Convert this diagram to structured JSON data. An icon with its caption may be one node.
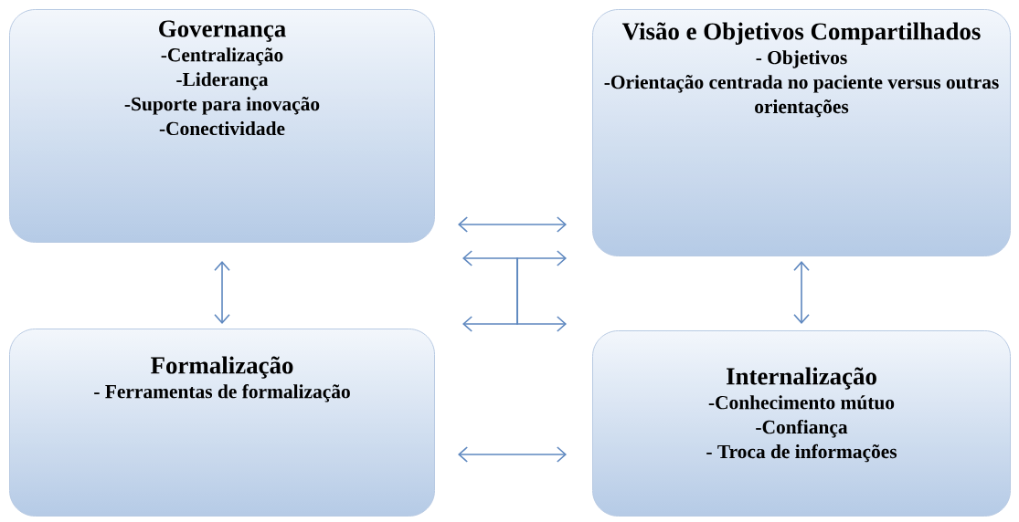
{
  "diagram": {
    "nodes": [
      {
        "text": [
          "Governança",
          "-Centralização",
          "-Liderança",
          "-Suporte para inovação",
          "-Conectividade"
        ]
      },
      {
        "text": [
          "Visão e Objetivos Compartilhados",
          "- Objetivos",
          "-Orientação centrada no paciente versus outras orientações"
        ]
      },
      {
        "text": [
          "Formalização",
          "- Ferramentas de formalização"
        ]
      },
      {
        "text": [
          "Internalização",
          "-Conhecimento mútuo",
          "-Confiança",
          "- Troca de informações"
        ]
      }
    ],
    "edges": [
      {
        "from": 0,
        "to": 1,
        "arrow": "both"
      },
      {
        "from": 0,
        "to": 2,
        "arrow": "both"
      },
      {
        "from": 1,
        "to": 3,
        "arrow": "both"
      },
      {
        "from": 2,
        "to": 3,
        "arrow": "both"
      },
      {
        "from": 0,
        "to": 3,
        "arrow": "both"
      },
      {
        "from": 2,
        "to": 1,
        "arrow": "both"
      }
    ]
  }
}
